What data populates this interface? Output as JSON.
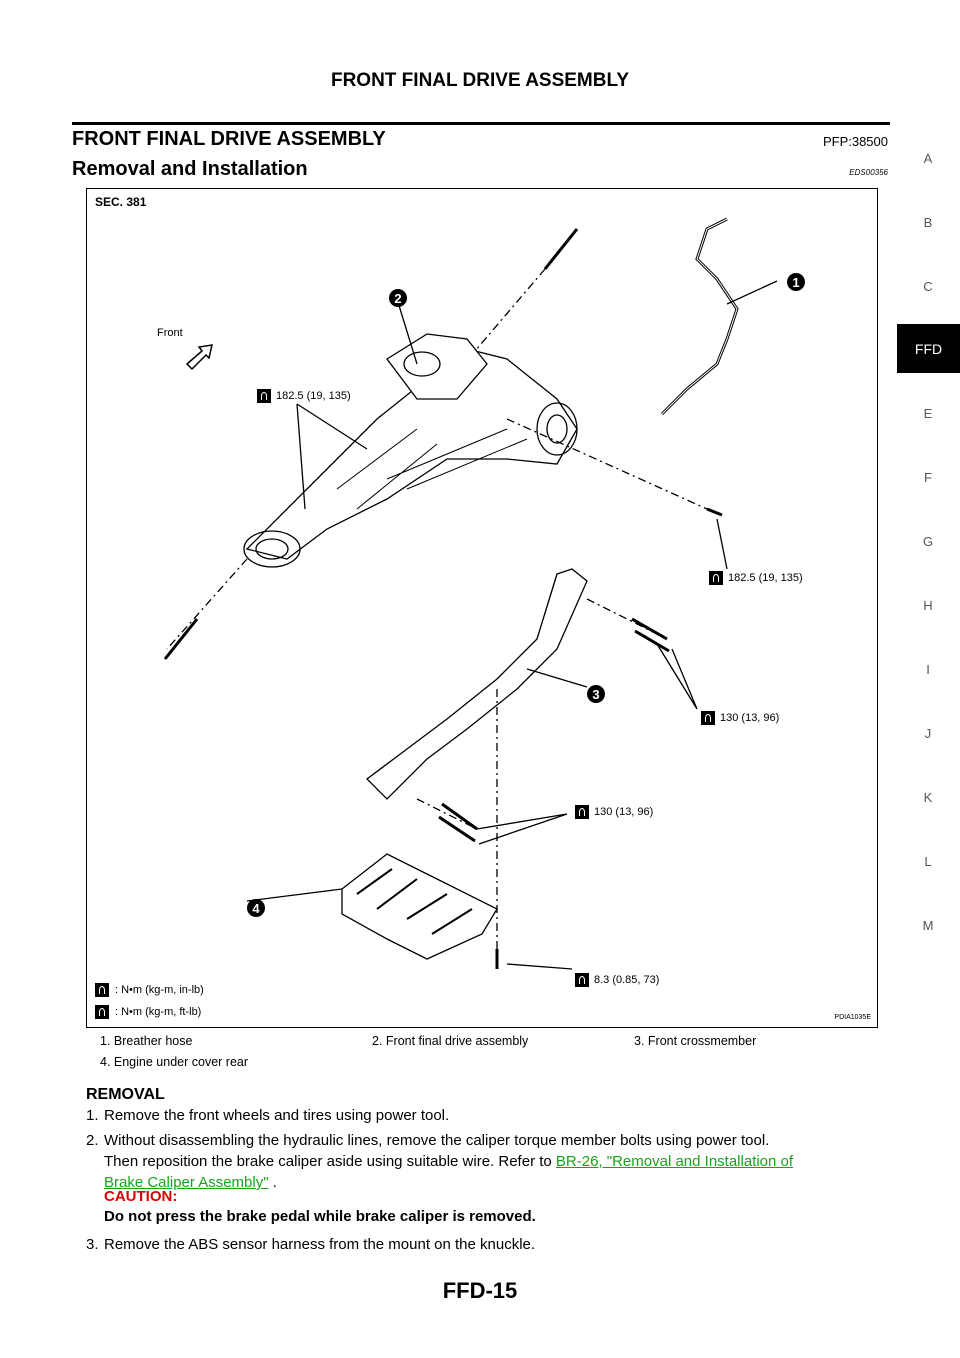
{
  "header": {
    "title": "FRONT FINAL DRIVE ASSEMBLY"
  },
  "section": {
    "title": "FRONT FINAL DRIVE ASSEMBLY",
    "code": "PFP:38500"
  },
  "subsection": {
    "title": "Removal and Installation",
    "code": "EDS00356"
  },
  "side_index": [
    "A",
    "B",
    "C",
    "FFD",
    "E",
    "F",
    "G",
    "H",
    "I",
    "J",
    "K",
    "L",
    "M"
  ],
  "side_index_active": "FFD",
  "figure": {
    "section_label": "SEC. 381",
    "front_label": "Front",
    "torques": [
      "182.5 (19, 135)",
      "182.5 (19, 135)",
      "130 (13, 96)",
      "130 (13, 96)",
      "8.3 (0.85, 73)"
    ],
    "legend": [
      ": N•m (kg-m, in-lb)",
      ": N•m (kg-m, ft-lb)"
    ],
    "callouts": [
      "1",
      "2",
      "3",
      "4"
    ],
    "figure_id": "PDIA1035E"
  },
  "parts_list": [
    [
      "1.  Breather hose",
      "2.  Front final drive assembly",
      "3.  Front crossmember"
    ],
    [
      "4.  Engine under cover rear",
      "",
      ""
    ]
  ],
  "removal": {
    "heading": "REMOVAL",
    "steps": {
      "s1": {
        "num": "1.",
        "text": "Remove the front wheels and tires using power tool."
      },
      "s2": {
        "num": "2.",
        "line1": "Without disassembling the hydraulic lines, remove the caliper torque member bolts using power tool.",
        "line2": "Then reposition the brake caliper aside using suitable wire. Refer to ",
        "link1": "BR-26, \"Removal and Installation of",
        "link2": "Brake Caliper Assembly\"",
        "suffix": " ."
      },
      "caution_heading": "CAUTION:",
      "caution_text": "Do not press the brake pedal while brake caliper is removed.",
      "s3": {
        "num": "3.",
        "text": "Remove the ABS sensor harness from the mount on the knuckle."
      }
    }
  },
  "footer": {
    "page": "FFD-15"
  }
}
